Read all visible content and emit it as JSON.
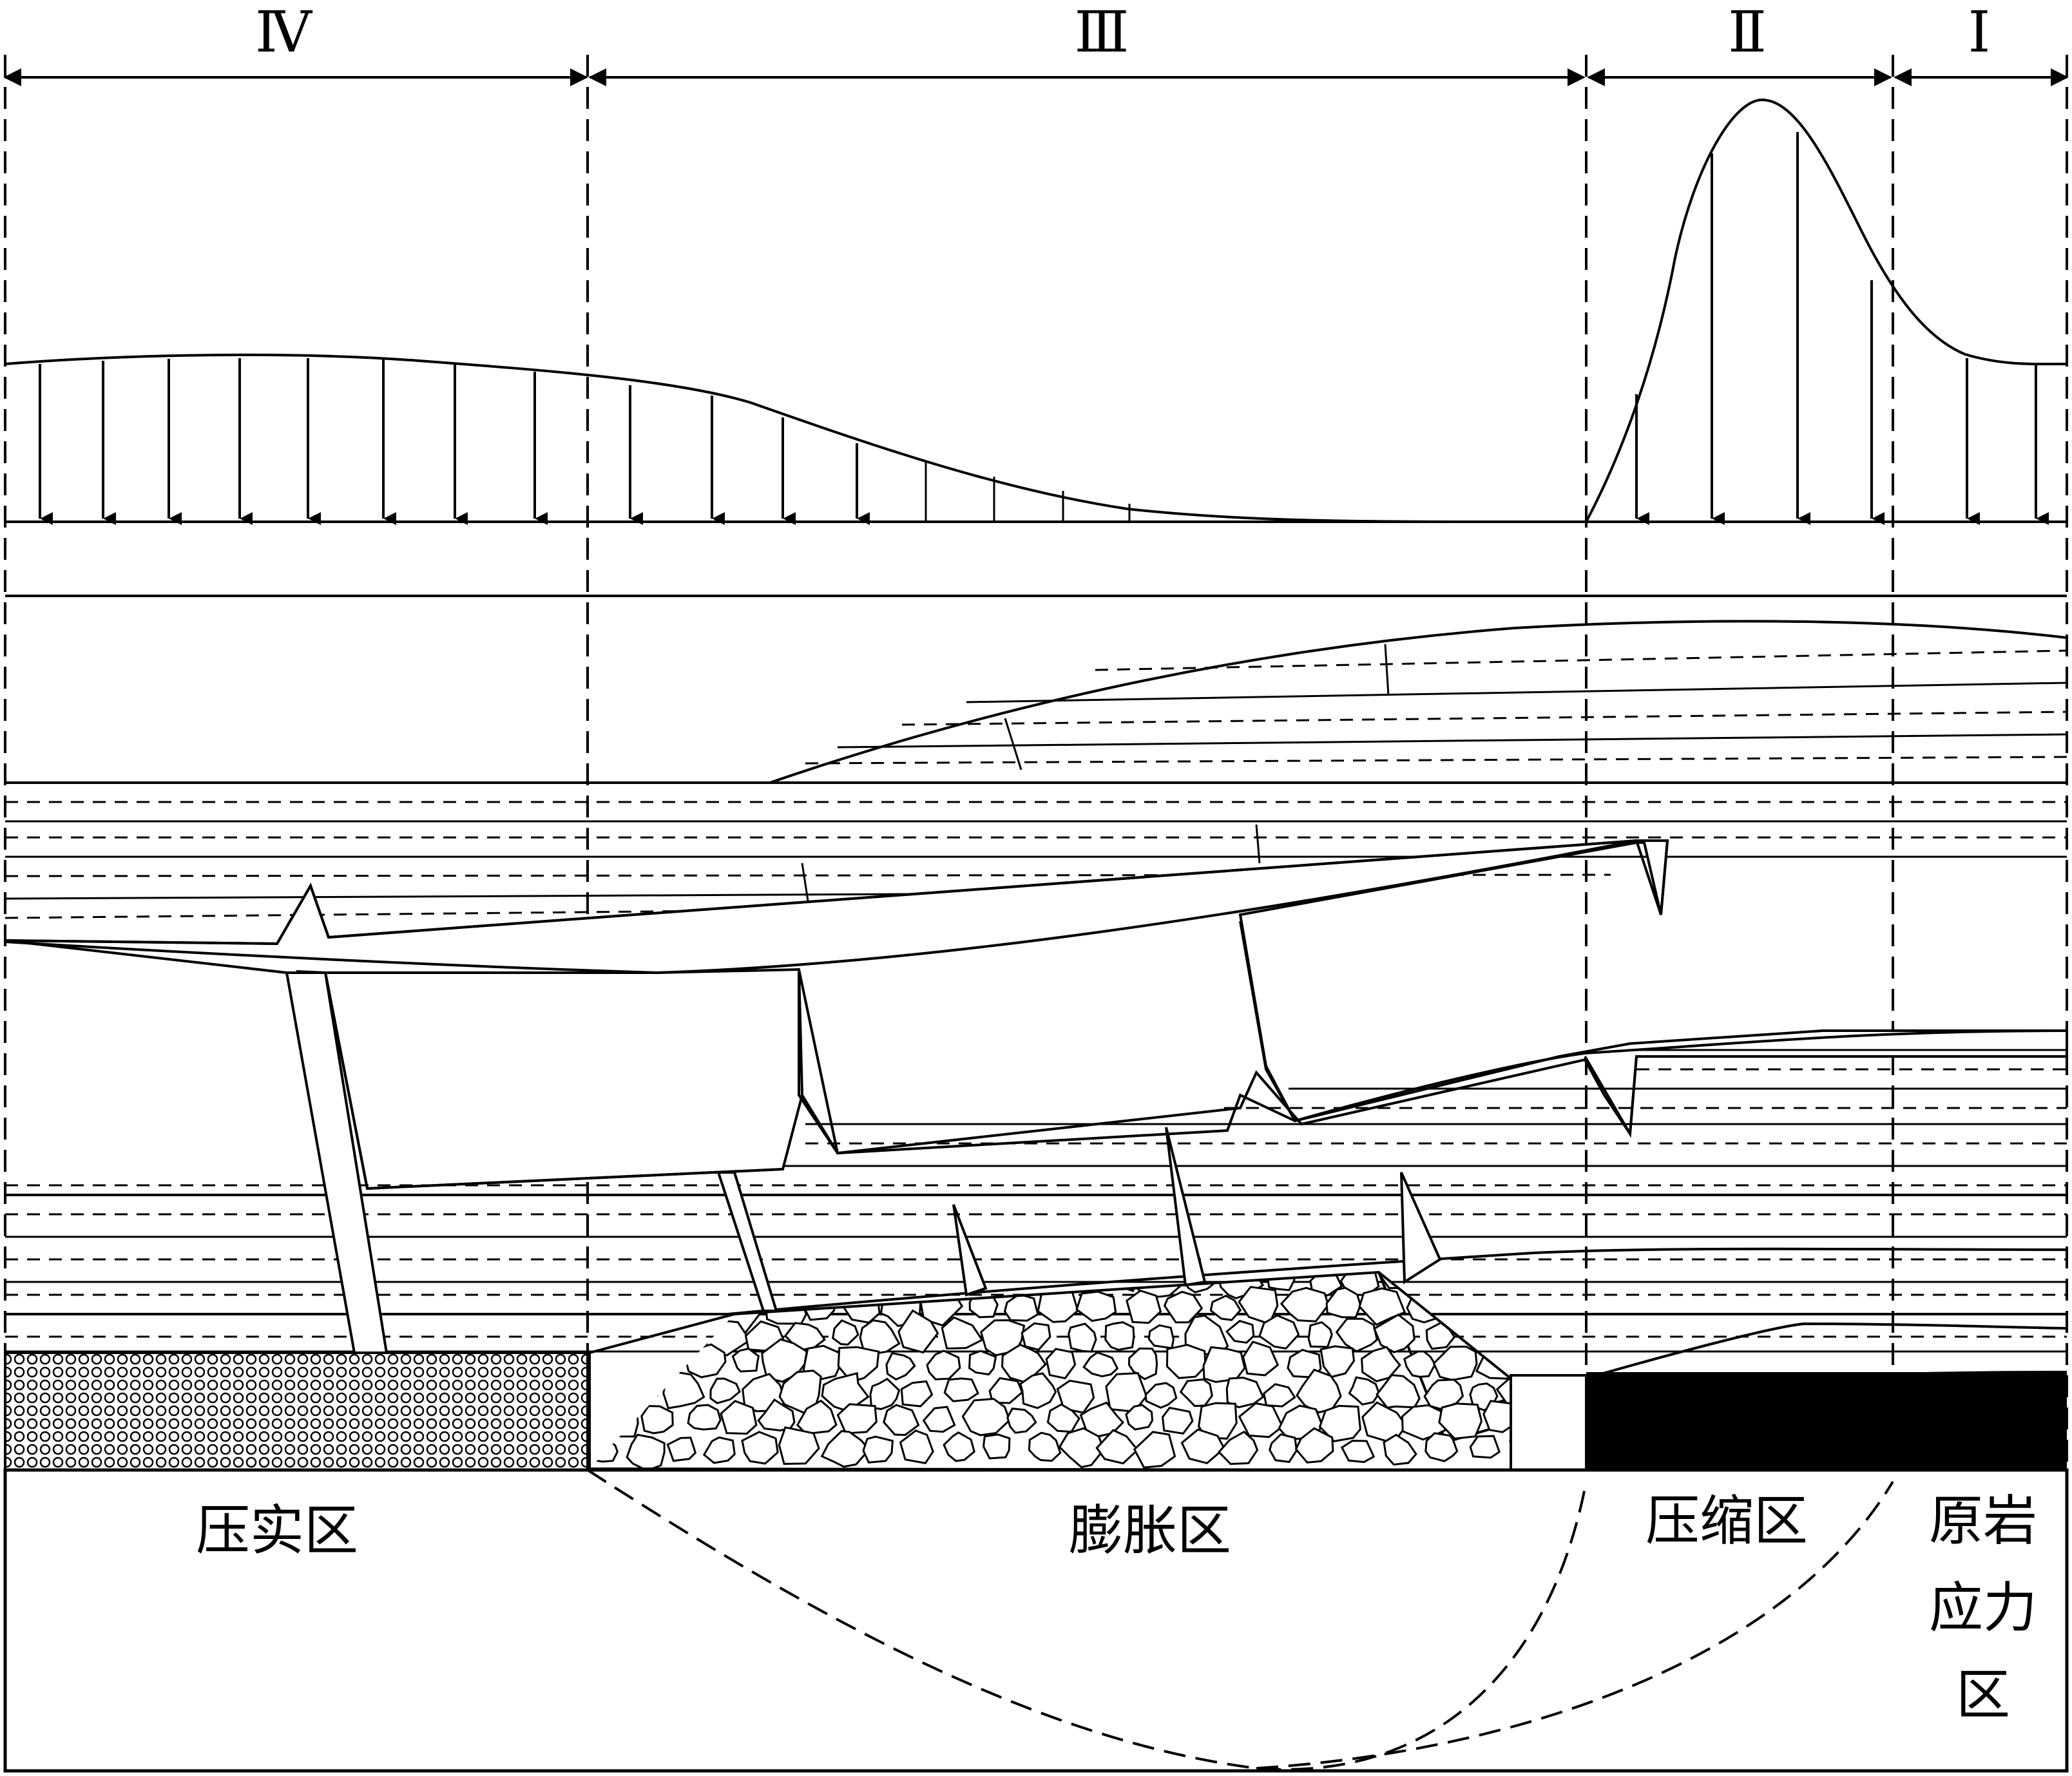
{
  "zones": [
    {
      "id": "IV",
      "label": "Ⅳ"
    },
    {
      "id": "III",
      "label": "Ⅲ"
    },
    {
      "id": "II",
      "label": "Ⅱ"
    },
    {
      "id": "I",
      "label": "Ⅰ"
    }
  ],
  "regions": {
    "compaction": "压实区",
    "expansion": "膨胀区",
    "compression": "压缩区",
    "original_stress": [
      "原岩",
      "应力",
      "区"
    ]
  },
  "colors": {
    "line": "#000000",
    "background": "#ffffff",
    "coal_seam": "#000000"
  }
}
